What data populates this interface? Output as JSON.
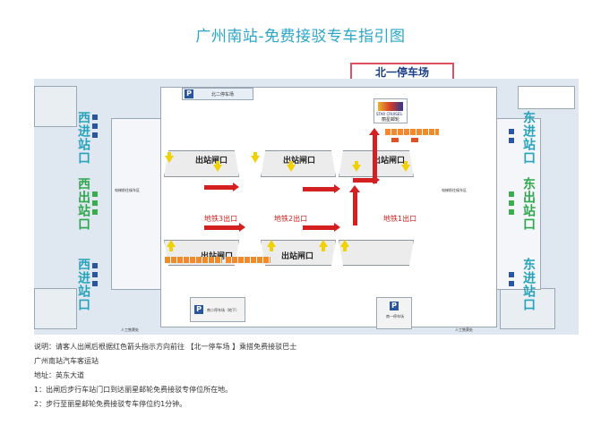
{
  "title": "广州南站-免费接驳专车指引图",
  "parking_lot": "北一停车场",
  "sides": {
    "west_in_top": "西进站口",
    "west_out": "西出站口",
    "west_in_bottom": "西进站口",
    "east_in_top": "东进站口",
    "east_out": "东出站口",
    "east_in_bottom": "东进站口"
  },
  "gates": {
    "top_left": "出站闸口",
    "top_mid": "出站闸口",
    "top_right": "出站闸口",
    "bottom_left": "出站闸口",
    "bottom_mid": "出站闸口"
  },
  "metro": {
    "left": "地铁3出口",
    "mid": "地铁2出口",
    "right": "地铁1出口"
  },
  "left_shuttle": "电梯前往候车区",
  "right_shuttle": "电梯前往候车区",
  "parking_north2": "北二停车场",
  "parking_south2": "南二停车场（地下）",
  "parking_south1": "南一停车场",
  "service_left": "人工售票处",
  "service_right": "人工售票处",
  "logo_text": "丽星邮轮",
  "logo_en": "STAR CRUISES",
  "info": {
    "line1": "说明：请客人出闸后根据红色箭头指示方向前往 【北一停车场 】乘搭免费接驳巴士",
    "line2": "广州南站汽车客运站",
    "line3": "地址：英东大道",
    "line4": "1：出闸后步行车站门口到达丽星邮轮免费接驳专停位所在地。",
    "line5": "2：步行至丽星邮轮免费接驳专车停位约1分钟。"
  },
  "colors": {
    "accent": "#2aa6c8",
    "arrow": "#d42020",
    "exit_green": "#2ea84d",
    "entrance_blue": "#27a3bd"
  },
  "icons": [
    "parking-icon",
    "red-arrow-icon",
    "yellow-arrow-icon",
    "bus-icon",
    "logo-icon"
  ]
}
